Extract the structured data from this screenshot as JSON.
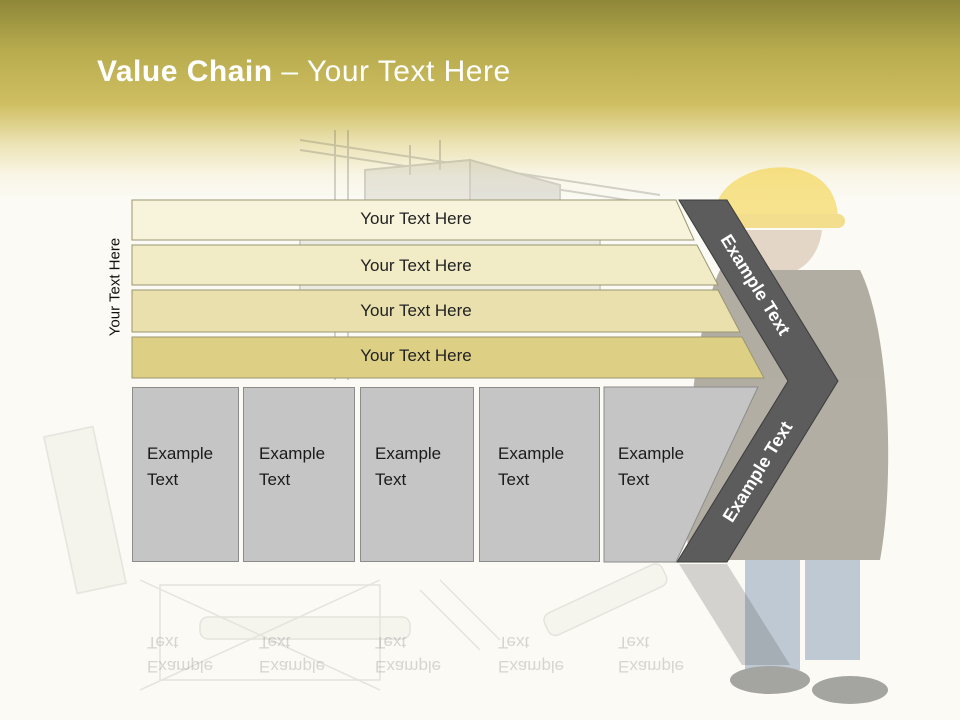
{
  "title": {
    "bold": "Value Chain",
    "rest": " – Your Text Here"
  },
  "side_label": "Your Text Here",
  "bars": [
    {
      "label": "Your Text Here"
    },
    {
      "label": "Your Text Here"
    },
    {
      "label": "Your Text Here"
    },
    {
      "label": "Your Text Here"
    }
  ],
  "columns": [
    {
      "text": "Example\nText"
    },
    {
      "text": "Example\nText"
    },
    {
      "text": "Example\nText"
    },
    {
      "text": "Example\nText"
    },
    {
      "text": "Example\nText"
    }
  ],
  "chevron": {
    "upper_text": "Example Text",
    "lower_text": "Example Text"
  },
  "colors": {
    "bar1": "#f8f4dc",
    "bar2": "#f1ebc6",
    "bar3": "#e9e0ad",
    "bar4": "#ddcf84",
    "chevron": "#5c5c5c",
    "column": "#c5c5c5"
  }
}
